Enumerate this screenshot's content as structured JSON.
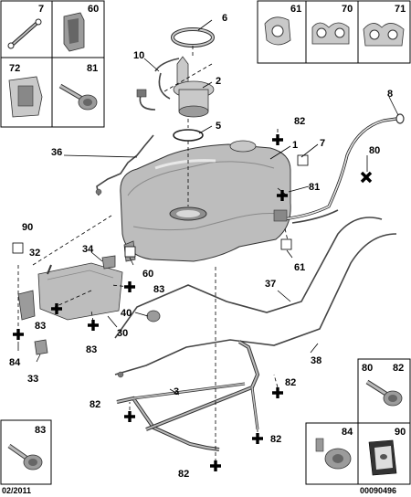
{
  "part_labels": {
    "p1": "1",
    "p2": "2",
    "p3": "3",
    "p5": "5",
    "p6": "6",
    "p7": "7",
    "p8": "8",
    "p10": "10",
    "p30": "30",
    "p32": "32",
    "p33": "33",
    "p34": "34",
    "p36": "36",
    "p37": "37",
    "p38": "38",
    "p40": "40",
    "p60a": "60",
    "p61a": "61",
    "p80a": "80",
    "p81a": "81",
    "p82a": "82",
    "p82b": "82",
    "p82c": "82",
    "p82d": "82",
    "p83a": "83",
    "p83b": "83",
    "p83c": "83",
    "p84": "84",
    "p90": "90"
  },
  "detail_boxes": {
    "b7": "7",
    "b60": "60",
    "b61": "61",
    "b70": "70",
    "b71": "71",
    "b72": "72",
    "b81": "81",
    "b80": "80",
    "b82": "82",
    "b83": "83",
    "b84": "84",
    "b90": "90"
  },
  "footer": {
    "date": "02/2011",
    "reference": "00090496"
  }
}
